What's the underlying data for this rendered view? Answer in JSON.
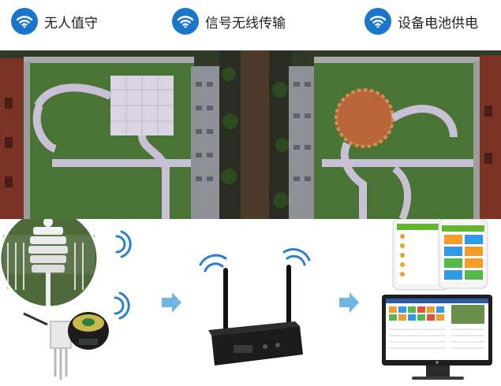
{
  "features": [
    {
      "icon": "wifi-icon",
      "label": "无人值守"
    },
    {
      "icon": "wifi-icon",
      "label": "信号无线传输"
    },
    {
      "icon": "wifi-icon",
      "label": "设备电池供电"
    }
  ],
  "colors": {
    "accent": "#1a76c9",
    "arrow": "#6fb6e6",
    "grass": "#3f6b2e",
    "path": "#c9c2d6",
    "plaza": "#d8d3e2",
    "brick": "#b8663a",
    "roof": "#9a9a9a",
    "building_red": "#8a3a2a"
  },
  "images": {
    "aerial": "aerial-garden-rooftop-photo",
    "weather_station": "weather-station-photo",
    "soil_sensor": "soil-sensor-photo",
    "gateway": "wireless-gateway-photo",
    "phones": "mobile-app-screens",
    "monitor": "desktop-monitor-dashboard"
  }
}
